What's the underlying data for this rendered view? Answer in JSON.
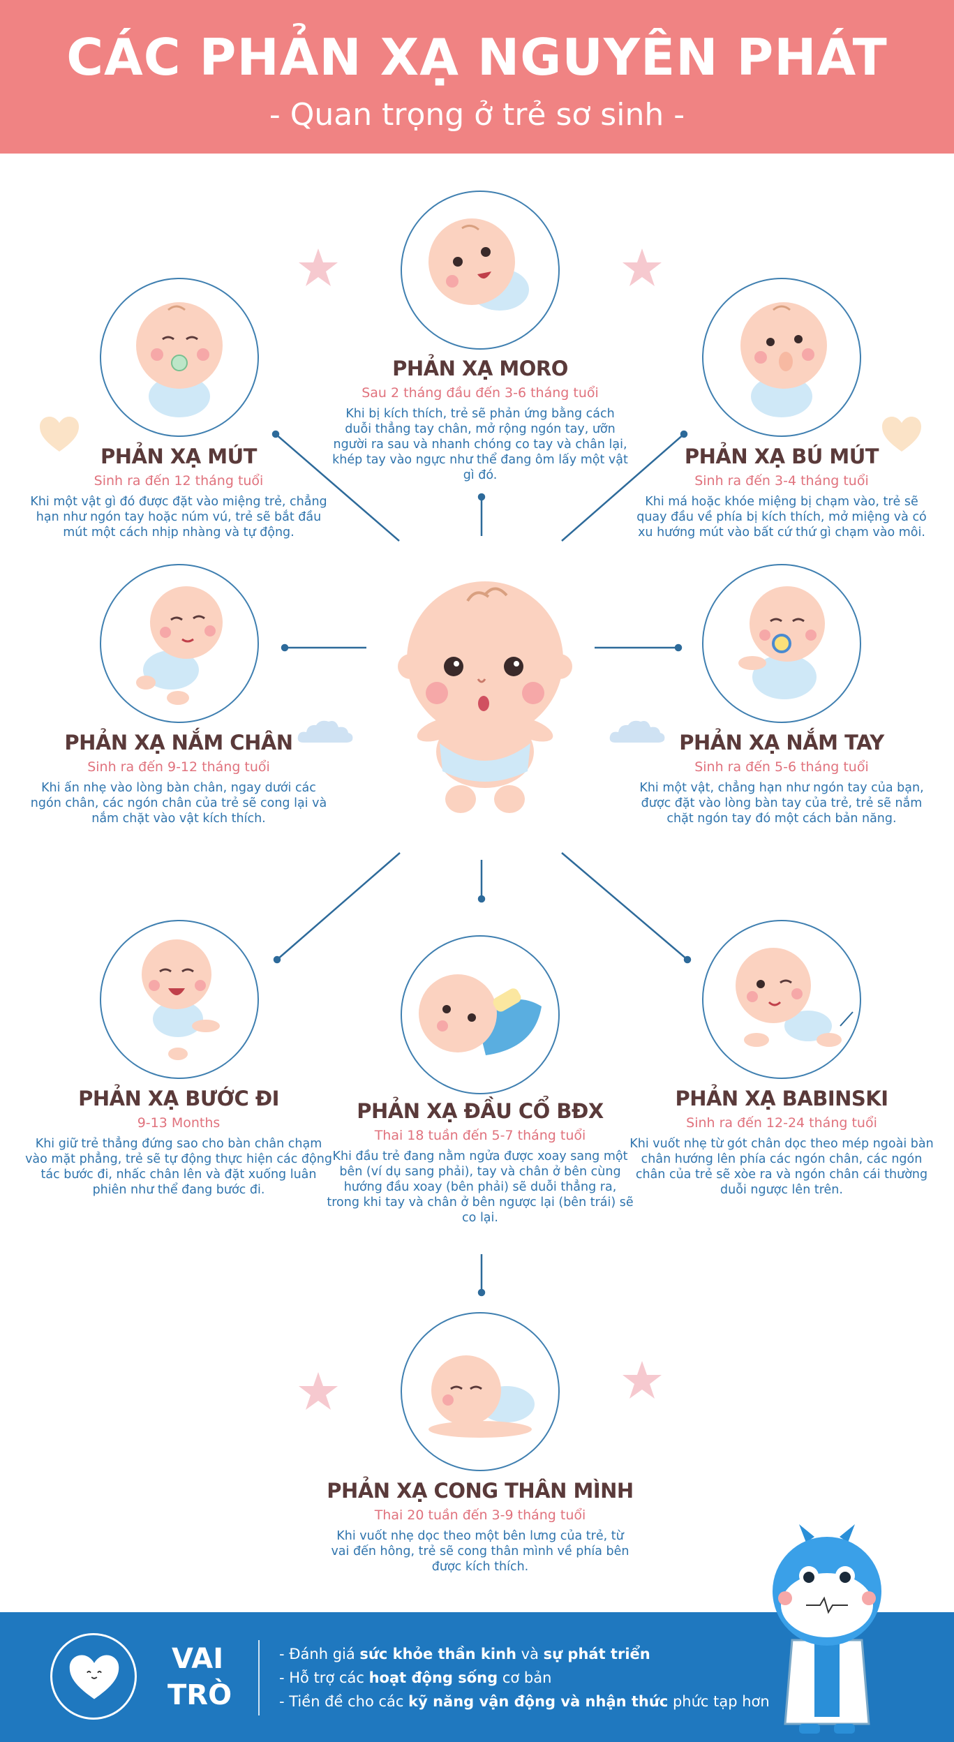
{
  "header": {
    "title": "CÁC PHẢN XẠ NGUYÊN PHÁT",
    "subtitle": "- Quan trọng ở trẻ sơ sinh -"
  },
  "reflexes": {
    "moro": {
      "title": "PHẢN XẠ MORO",
      "age": "Sau 2 tháng đầu đến 3-6 tháng tuổi",
      "desc": "Khi bị kích thích, trẻ sẽ phản ứng bằng cách duỗi thẳng tay chân, mở rộng ngón tay, ưỡn người ra sau và nhanh chóng co tay và chân lại, khép tay vào ngực như thể đang ôm lấy một vật gì đó."
    },
    "mut": {
      "title": "PHẢN XẠ MÚT",
      "age": "Sinh ra đến 12 tháng tuổi",
      "desc": "Khi một vật gì đó được đặt vào miệng trẻ, chẳng hạn như ngón tay hoặc núm vú, trẻ sẽ bắt đầu mút một cách nhịp nhàng và tự động."
    },
    "bu_mut": {
      "title": "PHẢN XẠ BÚ MÚT",
      "age": "Sinh ra đến 3-4 tháng tuổi",
      "desc": "Khi má hoặc khóe miệng bị chạm vào, trẻ sẽ quay đầu về phía bị kích thích, mở miệng và có xu hướng mút vào bất cứ thứ gì chạm vào môi."
    },
    "nam_chan": {
      "title": "PHẢN XẠ NẮM CHÂN",
      "age": "Sinh ra đến 9-12 tháng tuổi",
      "desc": "Khi ấn nhẹ vào lòng bàn chân, ngay dưới các ngón chân, các ngón chân của trẻ sẽ cong lại và nắm chặt vào vật kích thích."
    },
    "nam_tay": {
      "title": "PHẢN XẠ NẮM TAY",
      "age": "Sinh ra đến 5-6 tháng tuổi",
      "desc": "Khi một vật, chẳng hạn như ngón tay của bạn, được đặt vào lòng bàn tay của trẻ, trẻ sẽ nắm chặt ngón tay đó một cách bản năng."
    },
    "buoc_di": {
      "title": "PHẢN XẠ BƯỚC ĐI",
      "age": "9-13 Months",
      "desc": "Khi giữ trẻ thẳng đứng sao cho bàn chân chạm vào mặt phẳng, trẻ sẽ tự động thực hiện các động tác bước đi, nhấc chân lên và đặt xuống luân phiên như thể đang bước đi."
    },
    "dau_co": {
      "title": "PHẢN XẠ ĐẦU CỔ BĐX",
      "age": "Thai 18 tuần đến 5-7 tháng tuổi",
      "desc": "Khi đầu trẻ đang nằm ngửa được xoay sang một bên (ví dụ sang phải), tay và chân ở bên cùng hướng đầu xoay (bên phải) sẽ duỗi thẳng ra, trong khi tay và chân ở bên ngược lại (bên trái) sẽ co lại."
    },
    "babinski": {
      "title": "PHẢN XẠ BABINSKI",
      "age": "Sinh ra đến 12-24 tháng tuổi",
      "desc": "Khi vuốt nhẹ từ gót chân dọc theo mép ngoài bàn chân hướng lên phía các ngón chân, các ngón chân của trẻ sẽ xòe ra và ngón chân cái thường duỗi ngược lên trên."
    },
    "cong_than": {
      "title": "PHẢN XẠ CONG THÂN MÌNH",
      "age": "Thai 20 tuần đến 3-9 tháng tuổi",
      "desc": "Khi vuốt nhẹ dọc theo một bên lưng của trẻ, từ vai đến hông, trẻ sẽ cong thân mình về phía bên được kích thích."
    }
  },
  "footer": {
    "label_line1": "VAI",
    "label_line2": "TRÒ",
    "items": [
      {
        "pre": "- Đánh giá ",
        "b1": "sức khỏe thần kinh",
        "mid": " và ",
        "b2": "sự phát triển",
        "post": ""
      },
      {
        "pre": "- Hỗ trợ các ",
        "b1": "hoạt động sống",
        "mid": " cơ bản",
        "b2": "",
        "post": ""
      },
      {
        "pre": "- Tiền đề cho các ",
        "b1": "kỹ năng vận động và nhận thức",
        "mid": " phức tạp hơn",
        "b2": "",
        "post": ""
      }
    ]
  },
  "colors": {
    "header_bg": "#f08383",
    "footer_bg": "#1f78bf",
    "title_brown": "#5a3a3a",
    "age_pink": "#e0727d",
    "desc_blue": "#2f74ad"
  },
  "icons": [
    "heart-icon",
    "star-icon",
    "cloud-icon",
    "baby-illustration",
    "dragon-doctor-mascot"
  ]
}
